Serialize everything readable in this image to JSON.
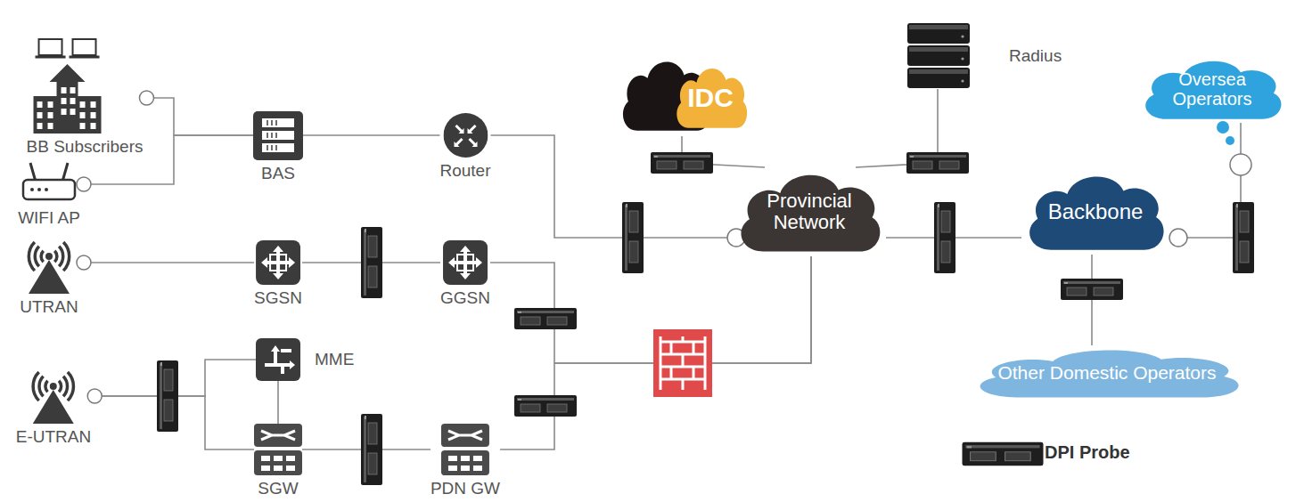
{
  "diagram": {
    "nodes": [
      {
        "text": [
          "BB Subscribers"
        ]
      },
      {
        "text": [
          "WIFI AP"
        ]
      },
      {
        "text": [
          "UTRAN"
        ]
      },
      {
        "text": [
          "E-UTRAN"
        ]
      },
      {
        "text": [
          "BAS"
        ]
      },
      {
        "text": [
          "Router"
        ]
      },
      {
        "text": [
          "SGSN"
        ]
      },
      {
        "text": [
          "GGSN"
        ]
      },
      {
        "text": [
          "MME"
        ]
      },
      {
        "text": [
          "SGW"
        ]
      },
      {
        "text": [
          "PDN GW"
        ]
      },
      {
        "text": [
          "IDC"
        ]
      },
      {
        "text": [
          "Radius"
        ]
      },
      {
        "text": [
          "Provincial Network"
        ]
      },
      {
        "text": [
          "Backbone"
        ]
      },
      {
        "text": [
          "Oversea Operators"
        ]
      },
      {
        "text": [
          "Other Domestic Operators"
        ]
      }
    ],
    "edges": [
      {
        "from": 0,
        "to": 4,
        "arrow": "none"
      },
      {
        "from": 1,
        "to": 4,
        "arrow": "none"
      },
      {
        "from": 4,
        "to": 5,
        "arrow": "none"
      },
      {
        "from": 5,
        "to": 13,
        "arrow": "none"
      },
      {
        "from": 2,
        "to": 6,
        "arrow": "none"
      },
      {
        "from": 6,
        "to": 7,
        "arrow": "none"
      },
      {
        "from": 7,
        "to": 13,
        "arrow": "none"
      },
      {
        "from": 3,
        "to": 8,
        "arrow": "none"
      },
      {
        "from": 3,
        "to": 9,
        "arrow": "none"
      },
      {
        "from": 8,
        "to": 9,
        "arrow": "none"
      },
      {
        "from": 9,
        "to": 10,
        "arrow": "none"
      },
      {
        "from": 10,
        "to": 13,
        "arrow": "none"
      },
      {
        "from": 11,
        "to": 13,
        "arrow": "none"
      },
      {
        "from": 12,
        "to": 13,
        "arrow": "none"
      },
      {
        "from": 13,
        "to": 14,
        "arrow": "none"
      },
      {
        "from": 14,
        "to": 15,
        "arrow": "none"
      },
      {
        "from": 14,
        "to": 16,
        "arrow": "none"
      }
    ],
    "legend": [
      {
        "text": "DPI Probe"
      }
    ]
  }
}
